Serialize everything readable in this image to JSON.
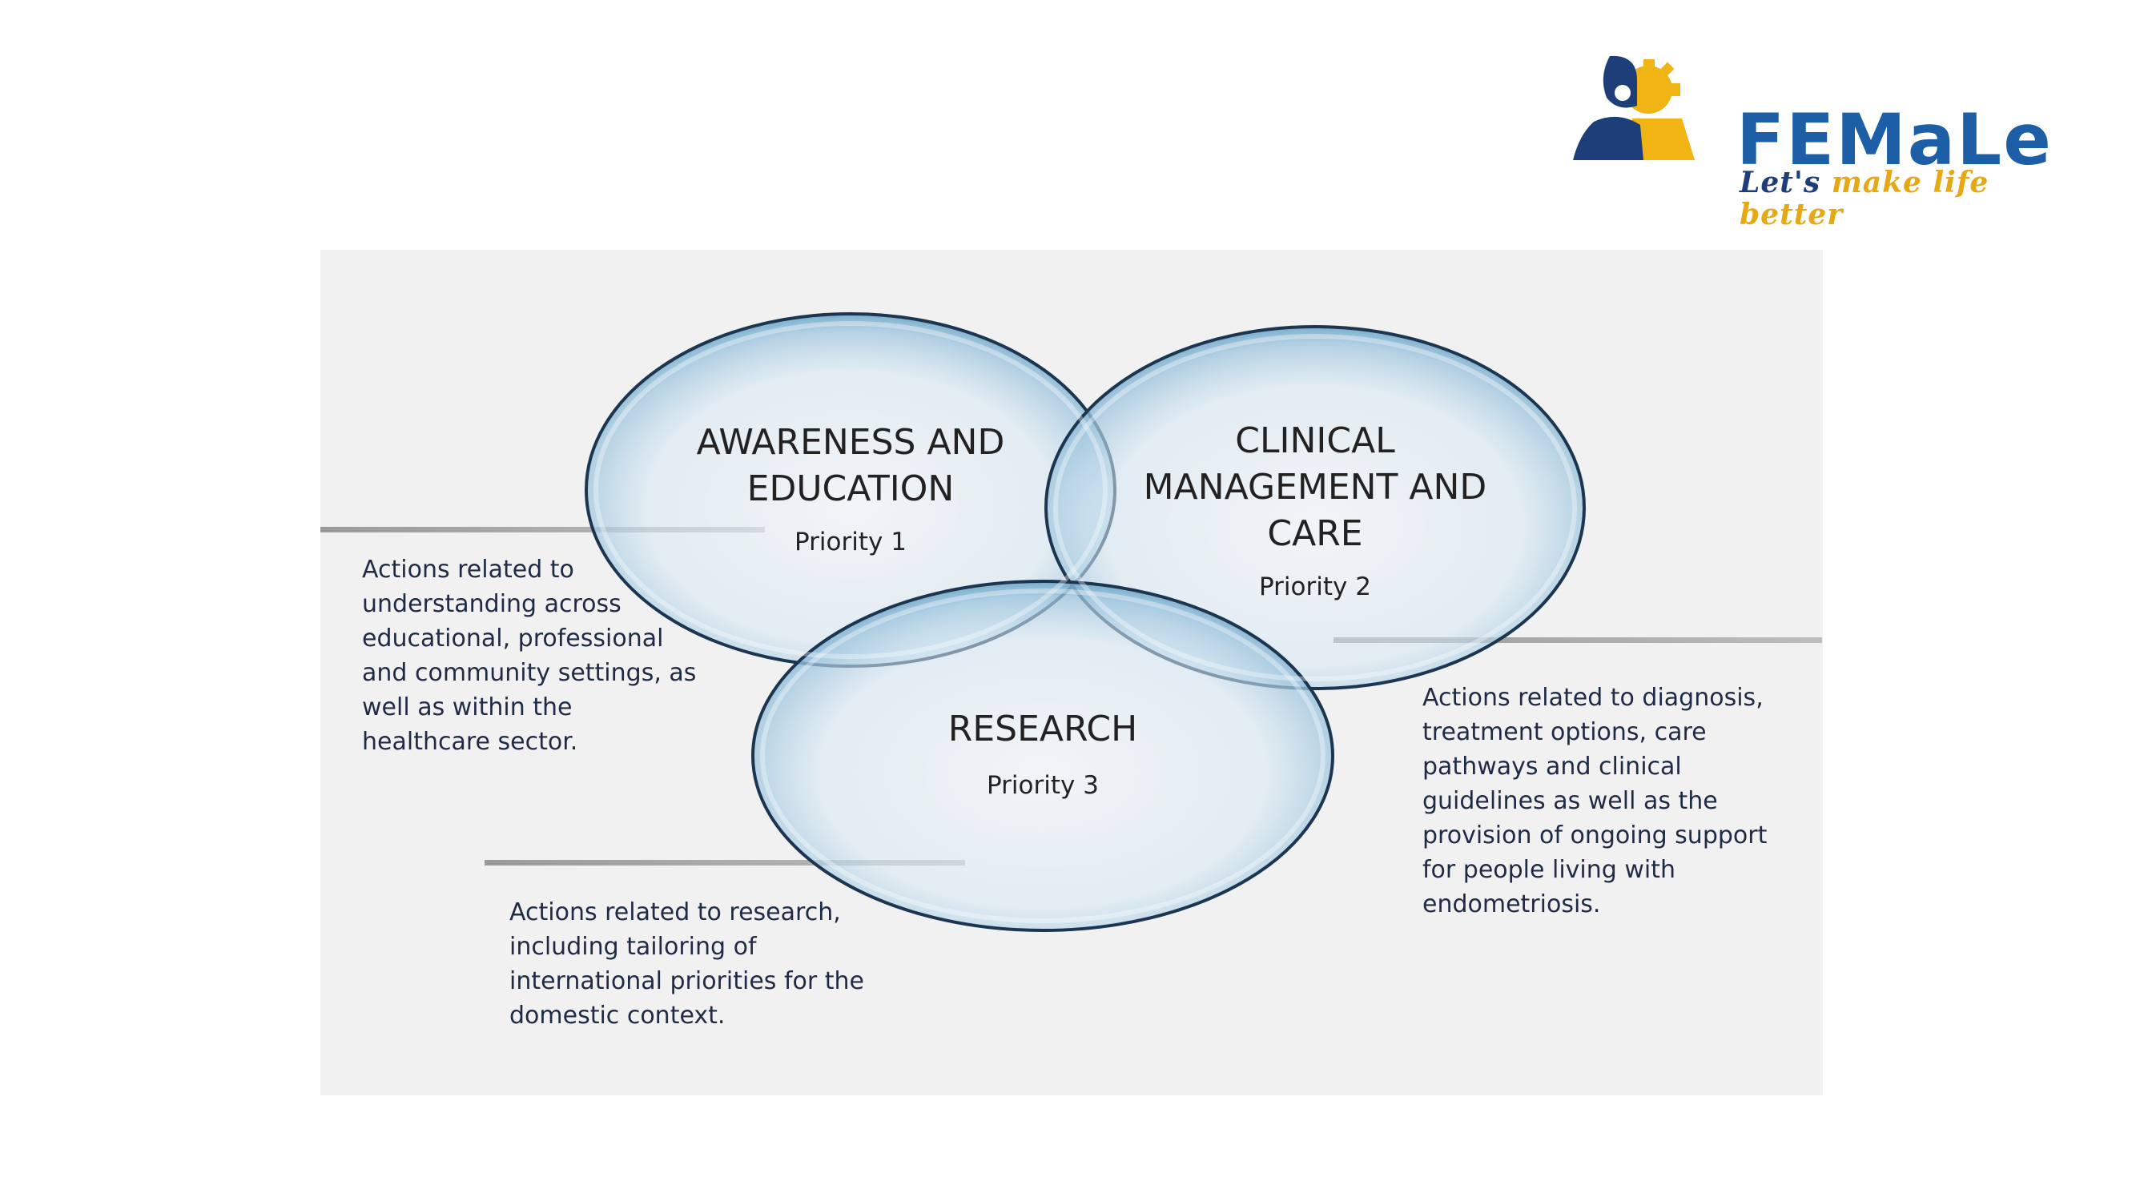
{
  "logo": {
    "wordmark": "FEMaLe",
    "tagline_lead": "Let's",
    "tagline_rest": "make life better",
    "colors": {
      "blue": "#1d5fa6",
      "navy": "#1d3e78",
      "gold": "#e6a815"
    }
  },
  "diagram": {
    "circles": [
      {
        "title_lines": [
          "AWARENESS AND",
          "EDUCATION"
        ],
        "priority": "Priority 1"
      },
      {
        "title_lines": [
          "CLINICAL",
          "MANAGEMENT AND",
          "CARE"
        ],
        "priority": "Priority 2"
      },
      {
        "title_lines": [
          "RESEARCH"
        ],
        "priority": "Priority 3"
      }
    ],
    "descriptions": {
      "awareness": [
        "Actions related to",
        "understanding across",
        "educational, professional",
        "and community settings, as",
        "well as within the",
        "healthcare sector."
      ],
      "clinical": [
        "Actions related to diagnosis,",
        "treatment options, care",
        "pathways and clinical",
        "guidelines as well as the",
        "provision of ongoing support",
        "for people living with",
        "endometriosis."
      ],
      "research": [
        "Actions related to research,",
        "including tailoring of",
        "international priorities for the",
        "domestic context."
      ]
    },
    "colors": {
      "panel": "#f1f1f2",
      "circle_fill": "#cfe2ef",
      "circle_stroke": "#1c3550",
      "text": "#1f2b45"
    }
  }
}
